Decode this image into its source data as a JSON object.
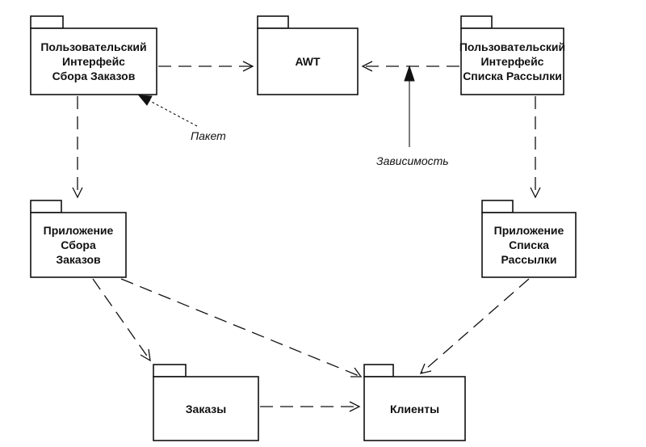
{
  "packages": {
    "order_ui": "Пользовательский\nИнтерфейс\nСбора Заказов",
    "awt": "AWT",
    "mailing_ui": "Пользовательский\nИнтерфейс\nСписка Рассылки",
    "order_app": "Приложение\nСбора\nЗаказов",
    "mailing_app": "Приложение\nСписка\nРассылки",
    "orders": "Заказы",
    "clients": "Клиенты"
  },
  "annotations": {
    "package": "Пакет",
    "dependency": "Зависимость"
  }
}
